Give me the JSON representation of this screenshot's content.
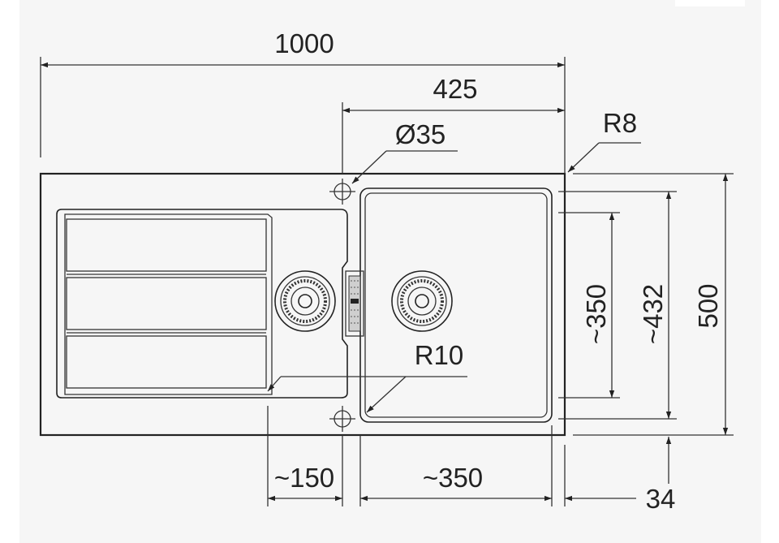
{
  "drawing": {
    "background": "#f6f6f6",
    "line_color": "#222222",
    "dimensions": {
      "overall_width": "1000",
      "bowl_section_width": "425",
      "tap_hole_diameter": "Ø35",
      "corner_radius_outer": "R8",
      "corner_radius_inner": "R10",
      "drainer_bowl_width": "~150",
      "main_bowl_width": "~350",
      "main_bowl_depth": "~350",
      "inner_depth": "~432",
      "overall_depth": "500",
      "edge_offset": "34"
    }
  }
}
